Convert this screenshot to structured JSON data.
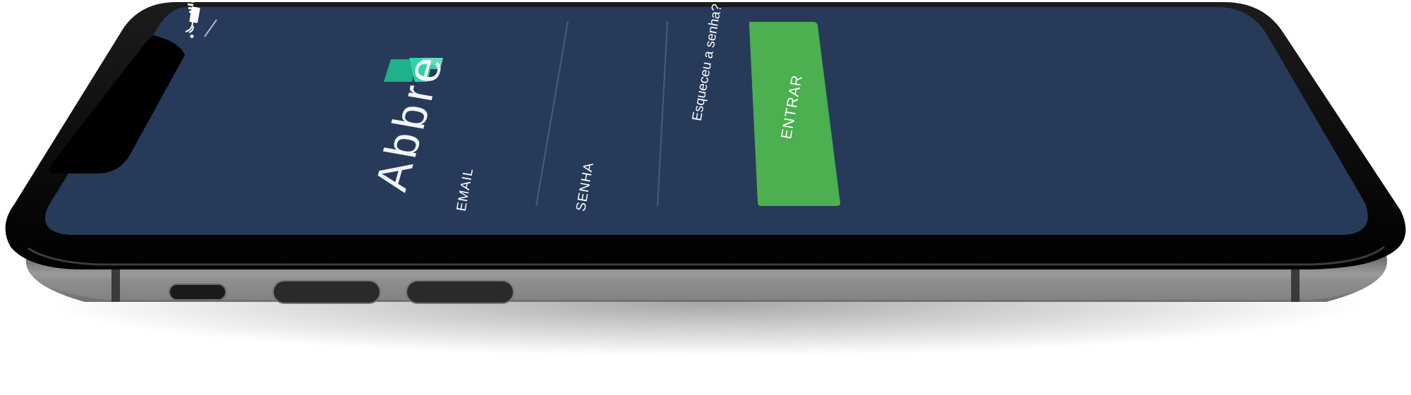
{
  "app": {
    "brand_name": "Abbre"
  },
  "login_form": {
    "email_label": "EMAIL",
    "password_label": "SENHA",
    "forgot_password_link": "Esqueceu a senha?",
    "submit_label": "ENTRAR"
  },
  "status_bar": {
    "icons": [
      "signal-icon",
      "wifi-icon",
      "battery-icon"
    ]
  },
  "colors": {
    "screen_background": "#273a5a",
    "accent_teal": "#1fb08c",
    "button_green": "#4caf50",
    "text": "#ffffff",
    "field_underline": "#4a5c78"
  }
}
